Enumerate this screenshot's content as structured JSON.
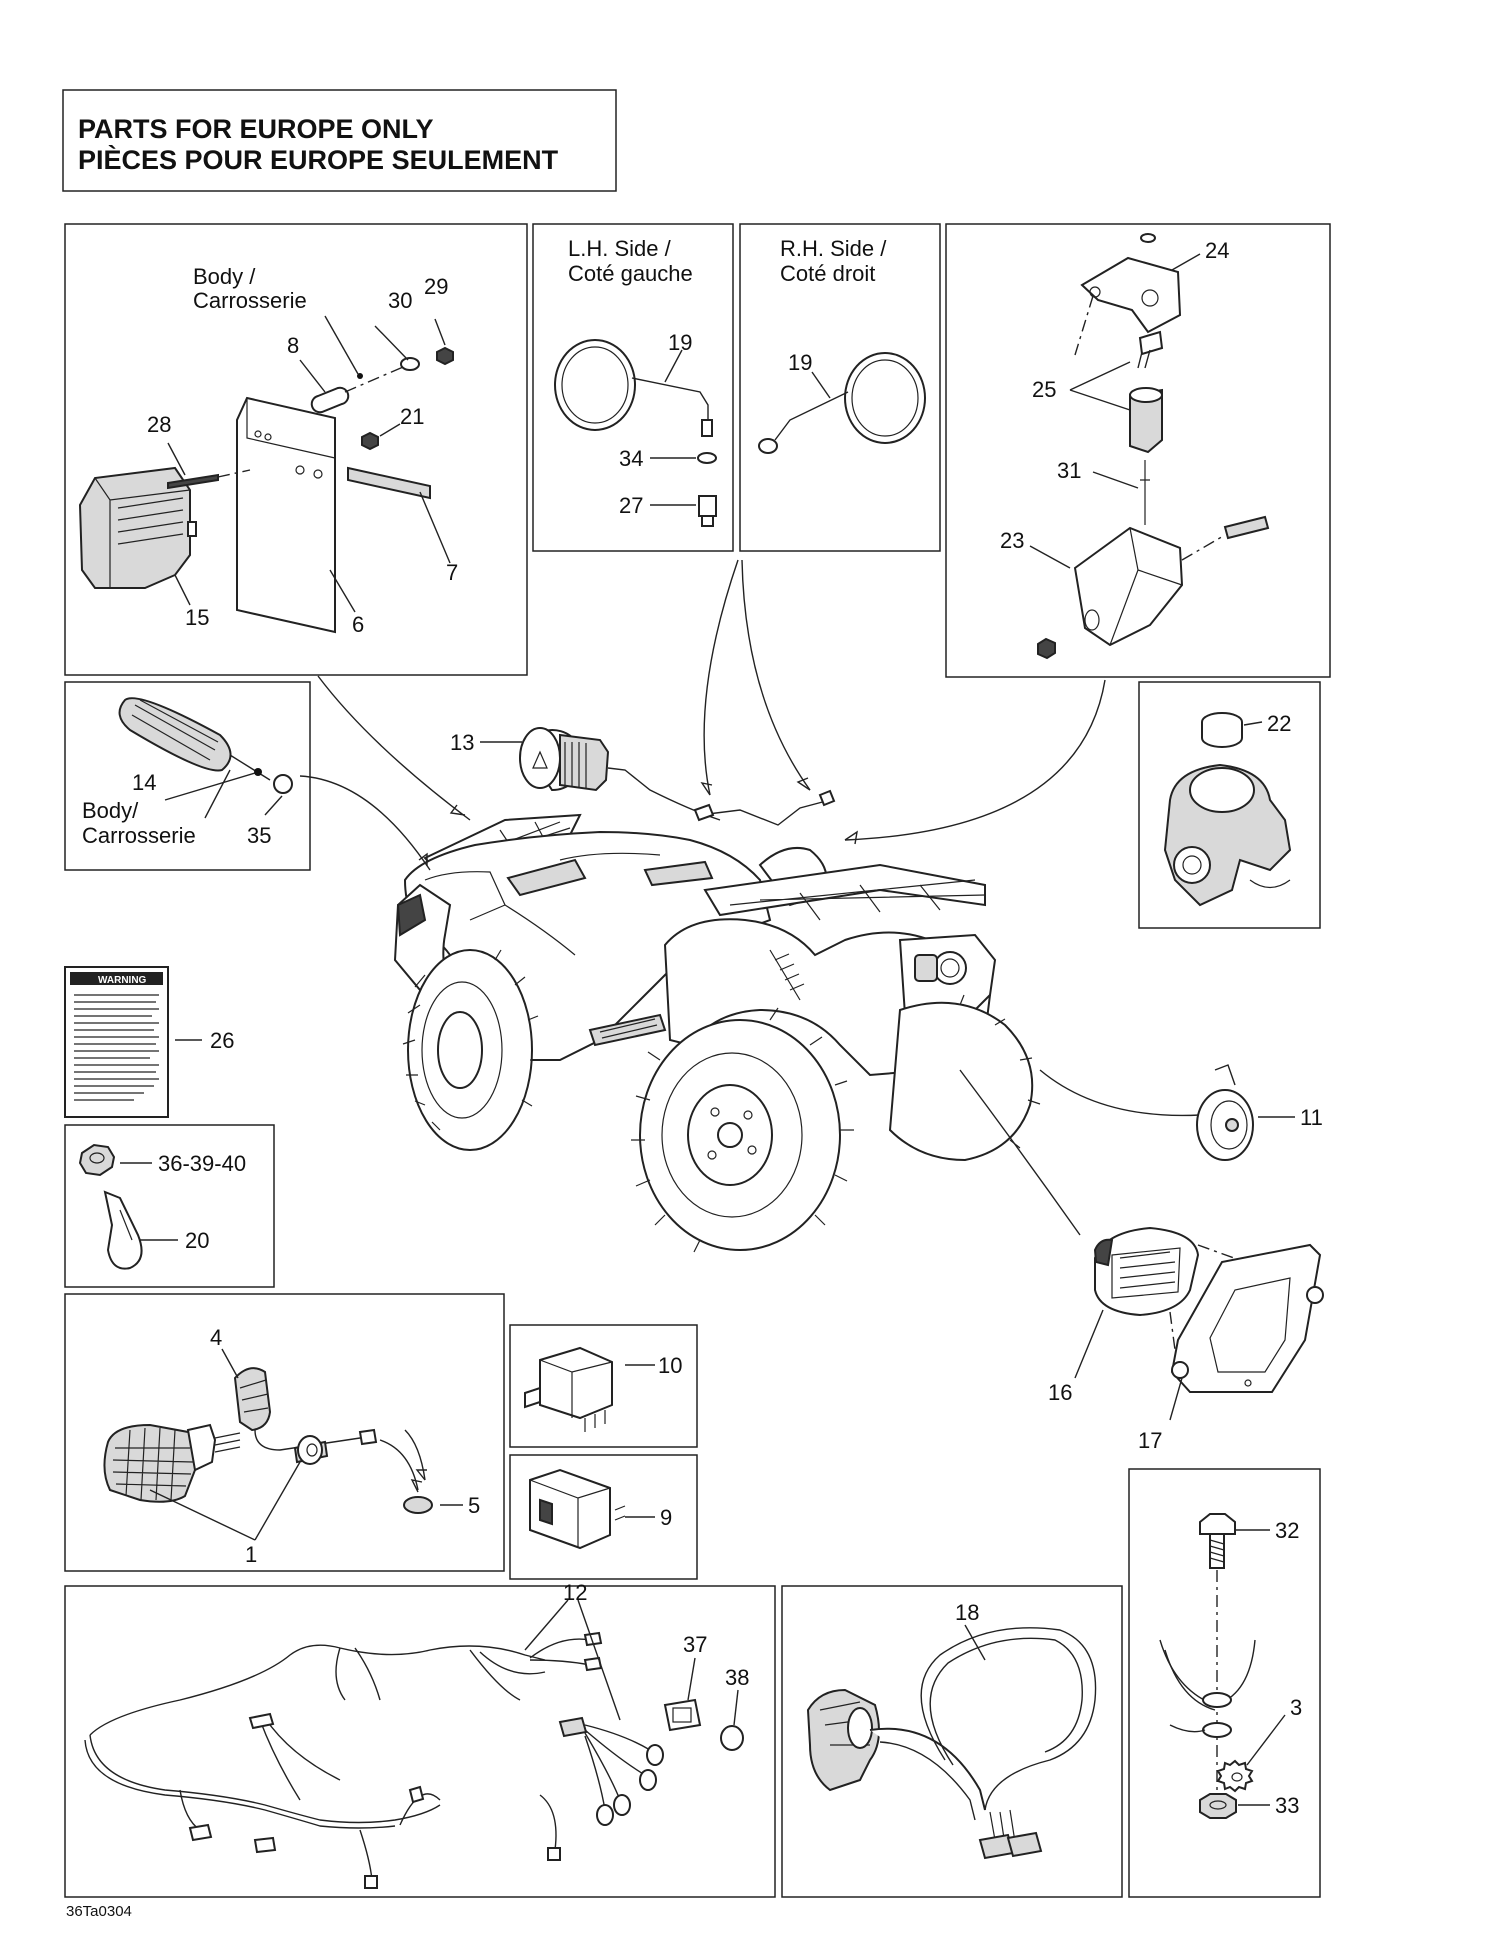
{
  "header": {
    "title_en": "PARTS FOR EUROPE ONLY",
    "title_fr": "PIÈCES POUR EUROPE SEULEMENT"
  },
  "panels": {
    "body_label_1": "Body /",
    "body_label_2": "Carrosserie",
    "lh_side_1": "L.H. Side /",
    "lh_side_2": "Coté gauche",
    "rh_side_1": "R.H. Side /",
    "rh_side_2": "Coté droit",
    "reflector_body_1": "Body/",
    "reflector_body_2": "Carrosserie"
  },
  "callouts": {
    "c1": "1",
    "c3": "3",
    "c4": "4",
    "c5": "5",
    "c6": "6",
    "c7": "7",
    "c8": "8",
    "c9": "9",
    "c10": "10",
    "c11": "11",
    "c12": "12",
    "c13": "13",
    "c14": "14",
    "c15": "15",
    "c16": "16",
    "c17": "17",
    "c18": "18",
    "c19l": "19",
    "c19r": "19",
    "c20": "20",
    "c21": "21",
    "c22": "22",
    "c23": "23",
    "c24": "24",
    "c25": "25",
    "c26": "26",
    "c27": "27",
    "c28": "28",
    "c29": "29",
    "c30": "30",
    "c31": "31",
    "c32": "32",
    "c33": "33",
    "c34": "34",
    "c35": "35",
    "c36": "36-39-40",
    "c37": "37",
    "c38": "38"
  },
  "warning_label": {
    "heading": "WARNING"
  },
  "footer": {
    "drawing_code": "36Ta0304"
  }
}
